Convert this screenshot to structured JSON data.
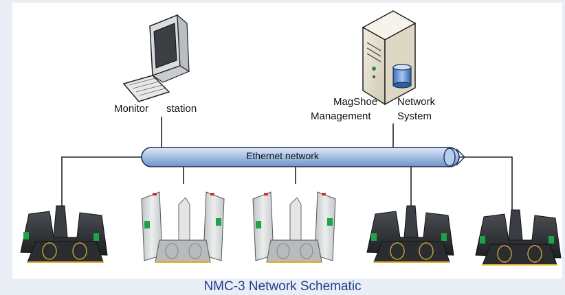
{
  "labels": {
    "monitor_word1": "Monitor",
    "monitor_word2": "station",
    "mag_line1_a": "MagShoe",
    "mag_line1_b": "Network",
    "mag_line2_a": "Management",
    "mag_line2_b": "System",
    "ethernet": "Ethernet network"
  },
  "caption": "NMC-3 Network Schematic",
  "colors": {
    "pipe": "#a9c3e6",
    "pipe_stroke": "#1b2f55",
    "arrow": "#1ea34a",
    "gate_dark": "#2e3033",
    "gate_light": "#d7d9d9",
    "caption": "#1f3f8f"
  }
}
